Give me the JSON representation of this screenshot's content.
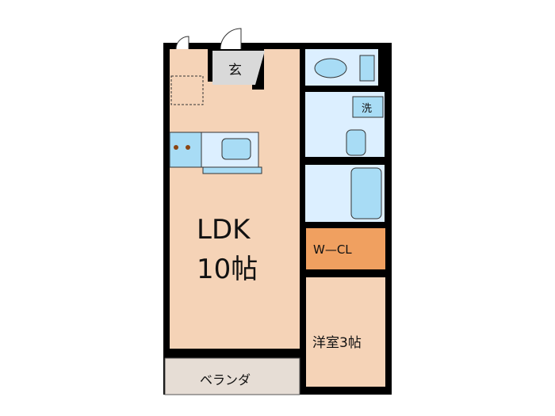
{
  "floorplan": {
    "rooms": {
      "ldk": {
        "label_line1": "LDK",
        "label_line2": "10帖"
      },
      "entrance": {
        "label": "玄"
      },
      "washroom": {
        "label": "洗"
      },
      "walk_in_closet": {
        "label": "W—CL"
      },
      "western_room": {
        "label": "洋室3帖"
      },
      "balcony": {
        "label": "ベランダ"
      }
    },
    "colors": {
      "wall": "#000000",
      "floor": "#f5d3b7",
      "entrance": "#d9d9d9",
      "wet_area": "#dcefff",
      "fixture": "#a8dcf5",
      "closet": "#f0a060",
      "balcony": "#e6ddd5",
      "stove_dot": "#8b4513"
    }
  }
}
